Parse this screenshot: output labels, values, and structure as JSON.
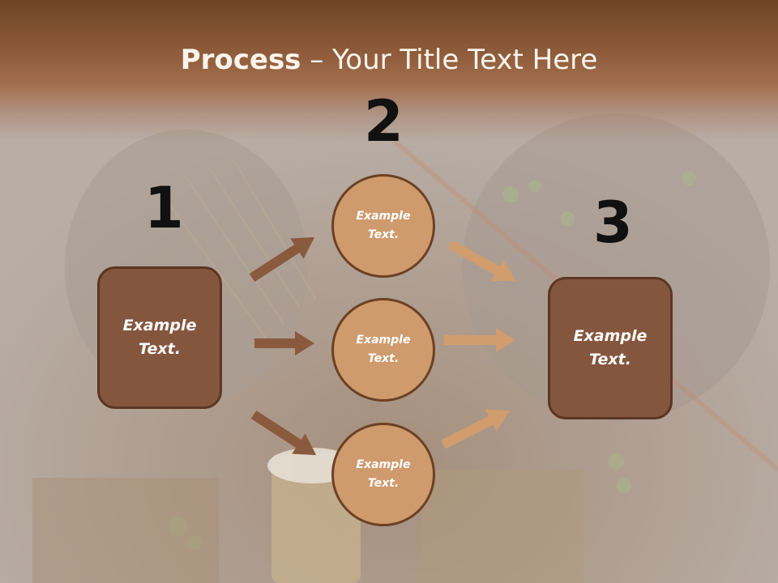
{
  "slide": {
    "title_bold": "Process",
    "title_rest": " – Your Title Text Here"
  },
  "steps": [
    {
      "number": "1",
      "label": "Example Text."
    },
    {
      "number": "2",
      "labels": [
        "Example Text.",
        "Example Text.",
        "Example Text."
      ]
    },
    {
      "number": "3",
      "label": "Example Text."
    }
  ],
  "colors": {
    "box_fill": "#85563e",
    "circle_fill": "#cf9b6d",
    "arrow_dark": "#8a5a3e",
    "arrow_light": "#d29d6c",
    "title_text": "#fbf4ec"
  }
}
